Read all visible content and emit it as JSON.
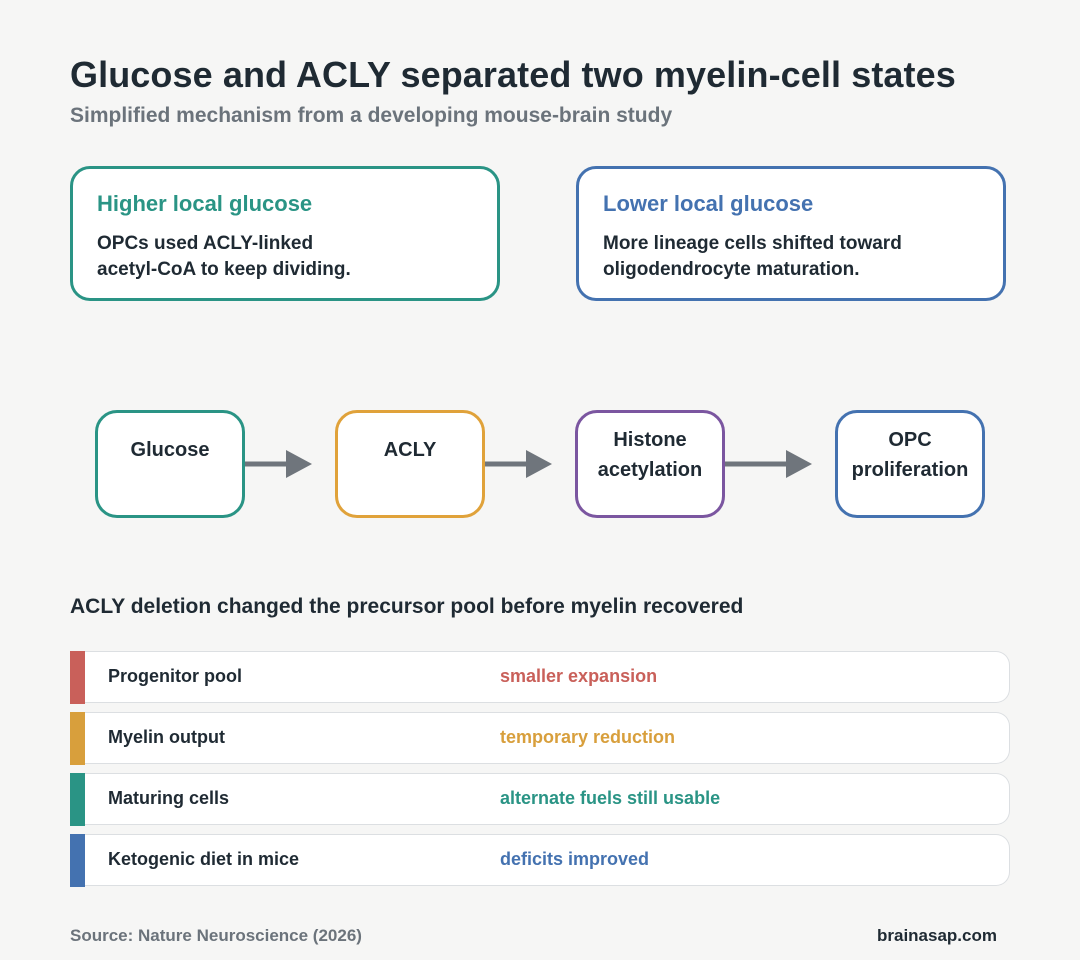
{
  "header": {
    "title": "Glucose and ACLY separated two myelin-cell states",
    "subtitle": "Simplified mechanism from a developing mouse-brain study"
  },
  "states": [
    {
      "heading": "Higher local glucose",
      "body_lines": [
        "OPCs used ACLY-linked",
        "acetyl-CoA to keep dividing."
      ],
      "color": "#2a9485"
    },
    {
      "heading": "Lower local glucose",
      "body_lines": [
        "More lineage cells shifted toward",
        "oligodendrocyte maturation."
      ],
      "color": "#4472b0"
    }
  ],
  "pathway": {
    "nodes": [
      {
        "lines": [
          "Glucose"
        ],
        "color": "#2a9485"
      },
      {
        "lines": [
          "ACLY"
        ],
        "color": "#e0a23a"
      },
      {
        "lines": [
          "Histone",
          "acetylation"
        ],
        "color": "#7b56a0"
      },
      {
        "lines": [
          "OPC",
          "proliferation"
        ],
        "color": "#4472b0"
      }
    ],
    "arrow_color": "#6f757c"
  },
  "deletion": {
    "title": "ACLY deletion changed the precursor pool before myelin recovered",
    "rows": [
      {
        "name": "Progenitor pool",
        "effect": "smaller expansion",
        "color": "#c9605a"
      },
      {
        "name": "Myelin output",
        "effect": "temporary reduction",
        "color": "#d89f3c"
      },
      {
        "name": "Maturing cells",
        "effect": "alternate fuels still usable",
        "color": "#2a9485"
      },
      {
        "name": "Ketogenic diet in mice",
        "effect": "deficits improved",
        "color": "#4472b0"
      }
    ]
  },
  "footer": {
    "source": "Source: Nature Neuroscience (2026)",
    "brand": "brainasap.com"
  }
}
